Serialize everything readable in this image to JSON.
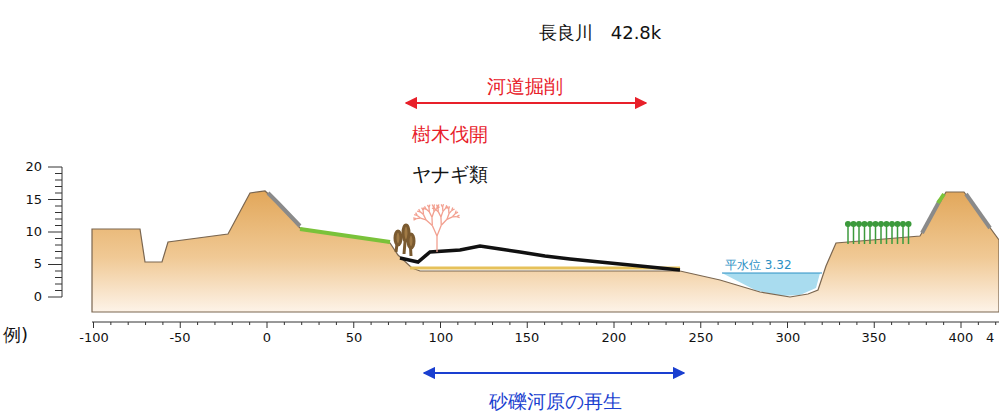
{
  "diagram": {
    "title": "長良川　42.8k",
    "labels": [
      "河道掘削",
      "樹木伐開",
      "ヤナギ類",
      "平水位 3.32",
      "20",
      "15",
      "10",
      "5",
      "0",
      "-100",
      "-50",
      "0",
      "50",
      "100",
      "150",
      "200",
      "250",
      "300",
      "350",
      "400",
      "4",
      "例)",
      "砂礫河原の再生"
    ]
  }
}
